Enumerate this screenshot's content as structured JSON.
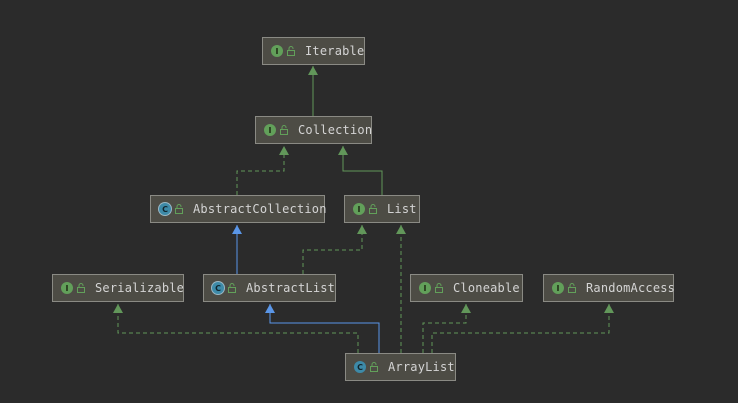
{
  "diagram": {
    "nodes": [
      {
        "id": "iterable",
        "label": "Iterable",
        "kind": "interface",
        "badge": "I"
      },
      {
        "id": "collection",
        "label": "Collection",
        "kind": "interface",
        "badge": "I"
      },
      {
        "id": "abstract-collection",
        "label": "AbstractCollection",
        "kind": "abstract",
        "badge": "C"
      },
      {
        "id": "list",
        "label": "List",
        "kind": "interface",
        "badge": "I"
      },
      {
        "id": "serializable",
        "label": "Serializable",
        "kind": "interface",
        "badge": "I"
      },
      {
        "id": "abstract-list",
        "label": "AbstractList",
        "kind": "abstract",
        "badge": "C"
      },
      {
        "id": "cloneable",
        "label": "Cloneable",
        "kind": "interface",
        "badge": "I"
      },
      {
        "id": "random-access",
        "label": "RandomAccess",
        "kind": "interface",
        "badge": "I"
      },
      {
        "id": "array-list",
        "label": "ArrayList",
        "kind": "class",
        "badge": "C"
      }
    ],
    "edges": [
      {
        "from": "collection",
        "to": "iterable",
        "type": "extends"
      },
      {
        "from": "abstract-collection",
        "to": "collection",
        "type": "implements"
      },
      {
        "from": "list",
        "to": "collection",
        "type": "extends"
      },
      {
        "from": "abstract-list",
        "to": "abstract-collection",
        "type": "extends-class"
      },
      {
        "from": "abstract-list",
        "to": "list",
        "type": "implements"
      },
      {
        "from": "array-list",
        "to": "abstract-list",
        "type": "extends-class"
      },
      {
        "from": "array-list",
        "to": "list",
        "type": "implements"
      },
      {
        "from": "array-list",
        "to": "serializable",
        "type": "implements"
      },
      {
        "from": "array-list",
        "to": "cloneable",
        "type": "implements"
      },
      {
        "from": "array-list",
        "to": "random-access",
        "type": "implements"
      }
    ],
    "colors": {
      "interface_edge": "#62975a",
      "class_edge": "#5a96e8",
      "interface_badge": "#62a05a",
      "class_badge": "#3d8aa8"
    }
  }
}
